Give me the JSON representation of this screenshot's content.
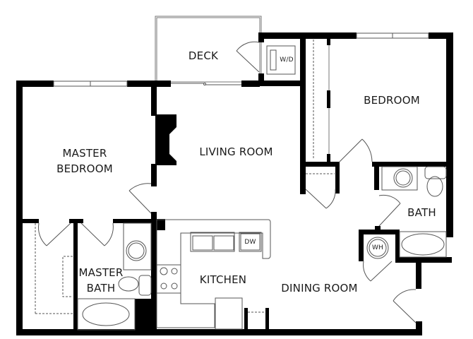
{
  "floorplan": {
    "rooms": [
      {
        "id": "deck",
        "label": "DECK"
      },
      {
        "id": "bedroom",
        "label": "BEDROOM"
      },
      {
        "id": "master_bedroom",
        "label_line1": "MASTER",
        "label_line2": "BEDROOM"
      },
      {
        "id": "living_room",
        "label": "LIVING ROOM"
      },
      {
        "id": "bath",
        "label": "BATH"
      },
      {
        "id": "master_bath",
        "label_line1": "MASTER",
        "label_line2": "BATH"
      },
      {
        "id": "kitchen",
        "label": "KITCHEN"
      },
      {
        "id": "dining_room",
        "label": "DINING ROOM"
      }
    ],
    "fixtures": {
      "washer_dryer": "W/D",
      "dishwasher": "DW",
      "water_heater": "WH"
    },
    "colors": {
      "wall": "#000000",
      "line": "#555555",
      "background": "#ffffff"
    }
  }
}
